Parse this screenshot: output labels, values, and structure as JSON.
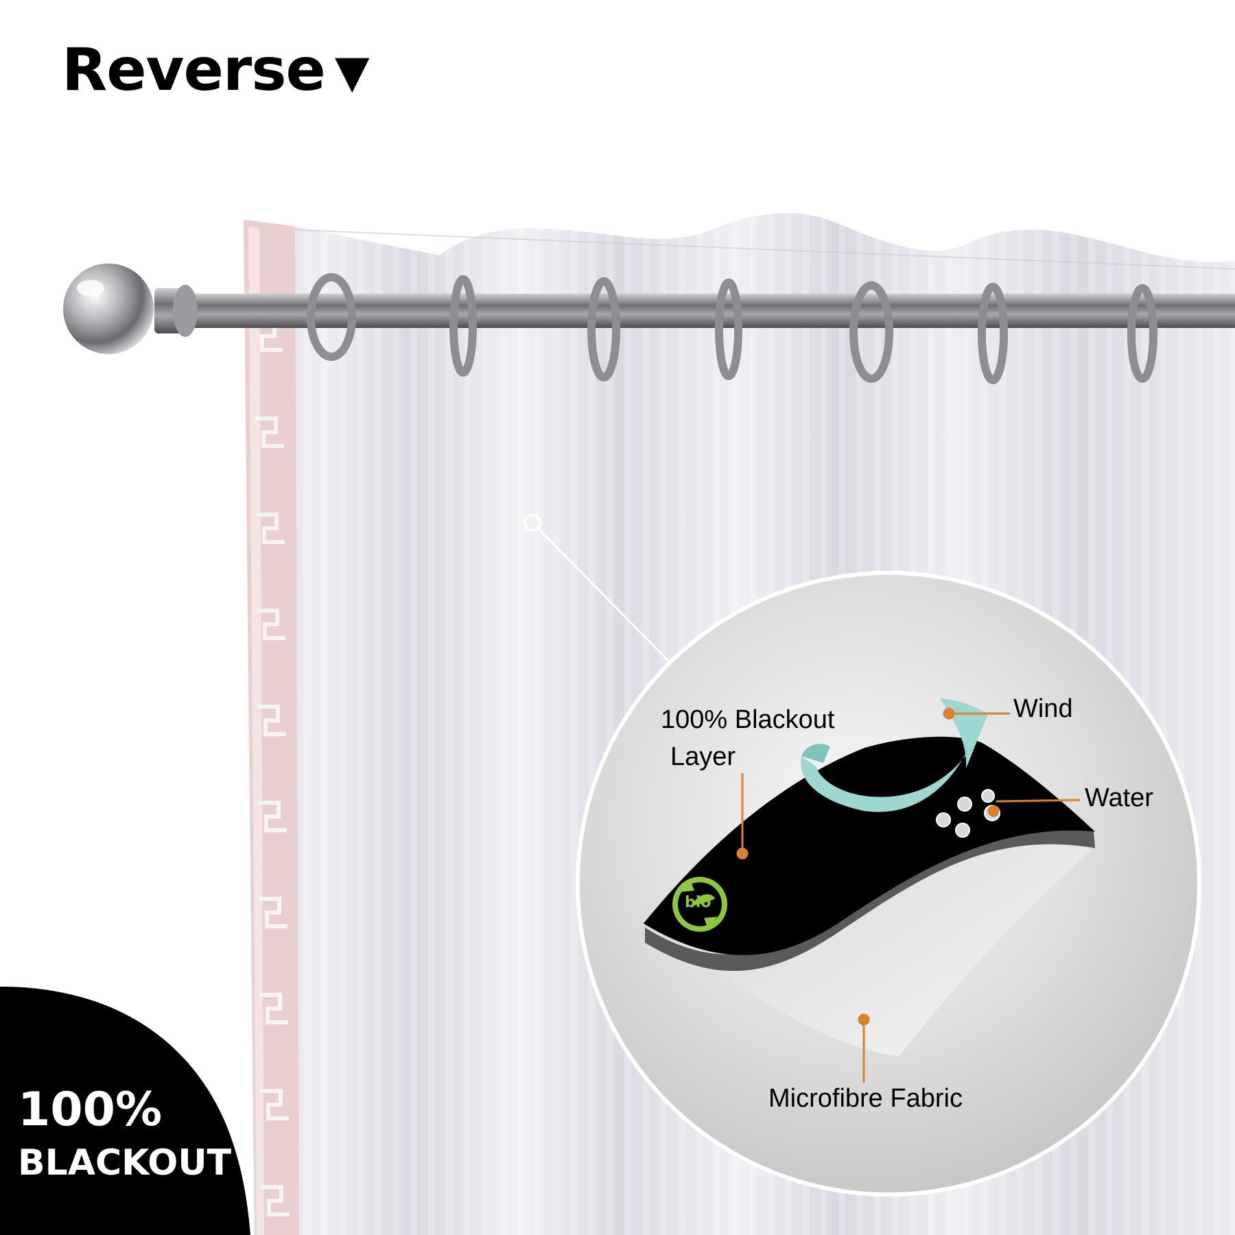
{
  "heading": {
    "text": "Reverse",
    "arrow_glyph": "▼"
  },
  "callouts": {
    "blackout_layer": [
      "100% Blackout",
      "Layer"
    ],
    "wind": "Wind",
    "water": "Water",
    "microfibre": "Microfibre Fabric"
  },
  "badge": {
    "line1": "100%",
    "line2": "BLACKOUT"
  },
  "colors": {
    "curtain": "#e8e8ee",
    "curtain_trim": "#e9cfcf",
    "blackout_layer": "#000000",
    "wind_ribbon": "#9ed6d2",
    "leader_line": "#d9822b",
    "bio_badge": "#8dc63f",
    "rod": "#8a8a8e",
    "badge_bg": "#000000",
    "badge_text": "#ffffff"
  },
  "icons": [
    "curtain-rod-finial-icon",
    "bio-recycle-icon",
    "water-droplet-icon"
  ]
}
